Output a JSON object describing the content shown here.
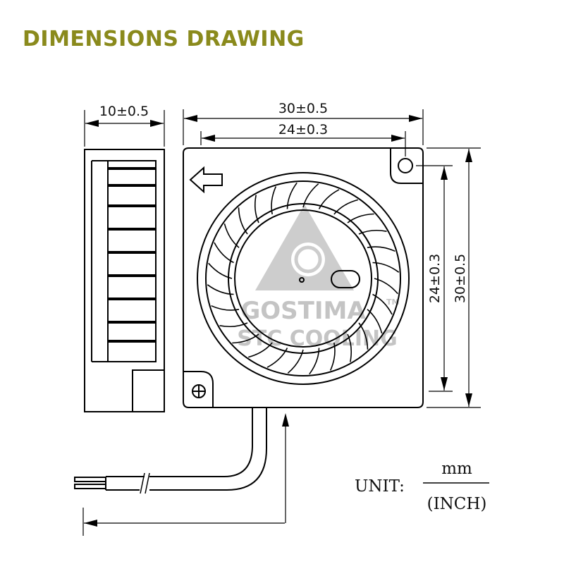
{
  "title": "DIMENSIONS DRAWING",
  "dimensions": {
    "thickness": "10±0.5",
    "width_overall": "30±0.5",
    "width_holes": "24±0.3",
    "height_holes": "24±0.3",
    "height_overall": "30±0.5"
  },
  "unit": {
    "label": "UNIT:",
    "numerator": "mm",
    "denominator": "(INCH)"
  },
  "watermark": {
    "line1": "GOSTIMA",
    "line2": "STC COOLING",
    "mark": "TM"
  },
  "icons": [
    "airflow-arrow-icon",
    "mounting-hole-icon",
    "screw-cross-icon",
    "fan-blade-icon"
  ]
}
